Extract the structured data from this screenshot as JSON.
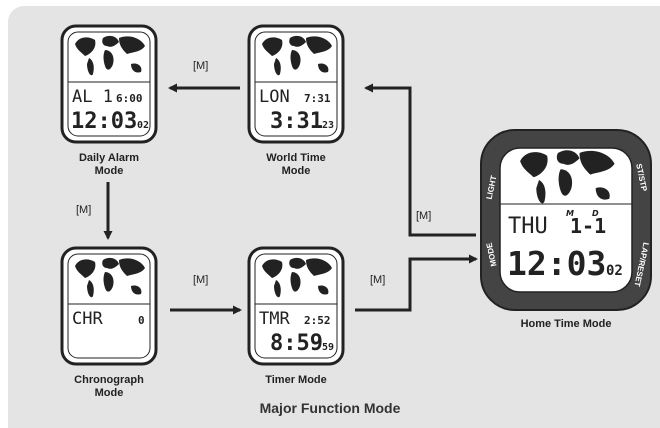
{
  "colors": {
    "panel": "#e4e4e4",
    "ink": "#222222",
    "bezel": "#444444"
  },
  "title": "Major Function Mode",
  "arrow_tag": "[M]",
  "modes": {
    "alarm": {
      "label": "Daily Alarm\nMode",
      "row1": "AL 1",
      "row1_small": "6:00",
      "row2": "12:03",
      "row2_small": "02"
    },
    "world": {
      "label": "World Time\nMode",
      "row1": "LON",
      "row1_small": "7:31",
      "row2": "3:31",
      "row2_small": "23"
    },
    "chrono": {
      "label": "Chronograph\nMode",
      "row1": "CHR",
      "row1_small": "0"
    },
    "timer": {
      "label": "Timer Mode",
      "row1": "TMR",
      "row1_small": "2:52",
      "row2": "8:59",
      "row2_small": "59"
    },
    "home": {
      "label": "Home Time Mode",
      "row1": "THU",
      "row1_small": "1-1",
      "month_letter": "M",
      "day_letter": "D",
      "row2": "12:03",
      "row2_small": "02",
      "buttons": {
        "light": "LIGHT",
        "mode": "MODE",
        "ststp": "ST/STP",
        "lapreset": "LAP/RESET"
      }
    }
  }
}
